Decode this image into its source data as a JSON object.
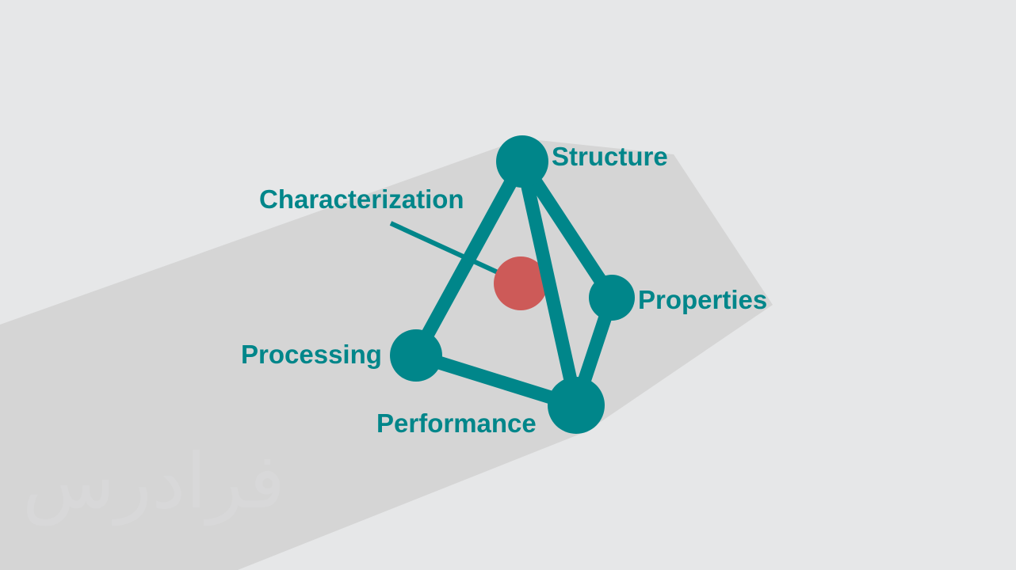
{
  "colors": {
    "background": "#e6e7e8",
    "shadow": "#d5d5d5",
    "teal": "#00868a",
    "red": "#cd5a58",
    "watermark": "#dbdcdd"
  },
  "diagram": {
    "nodes": {
      "structure": {
        "label": "Structure"
      },
      "properties": {
        "label": "Properties"
      },
      "processing": {
        "label": "Processing"
      },
      "performance": {
        "label": "Performance"
      }
    },
    "center": {
      "label": "Characterization"
    }
  },
  "watermark": {
    "text": "فرادرس"
  }
}
